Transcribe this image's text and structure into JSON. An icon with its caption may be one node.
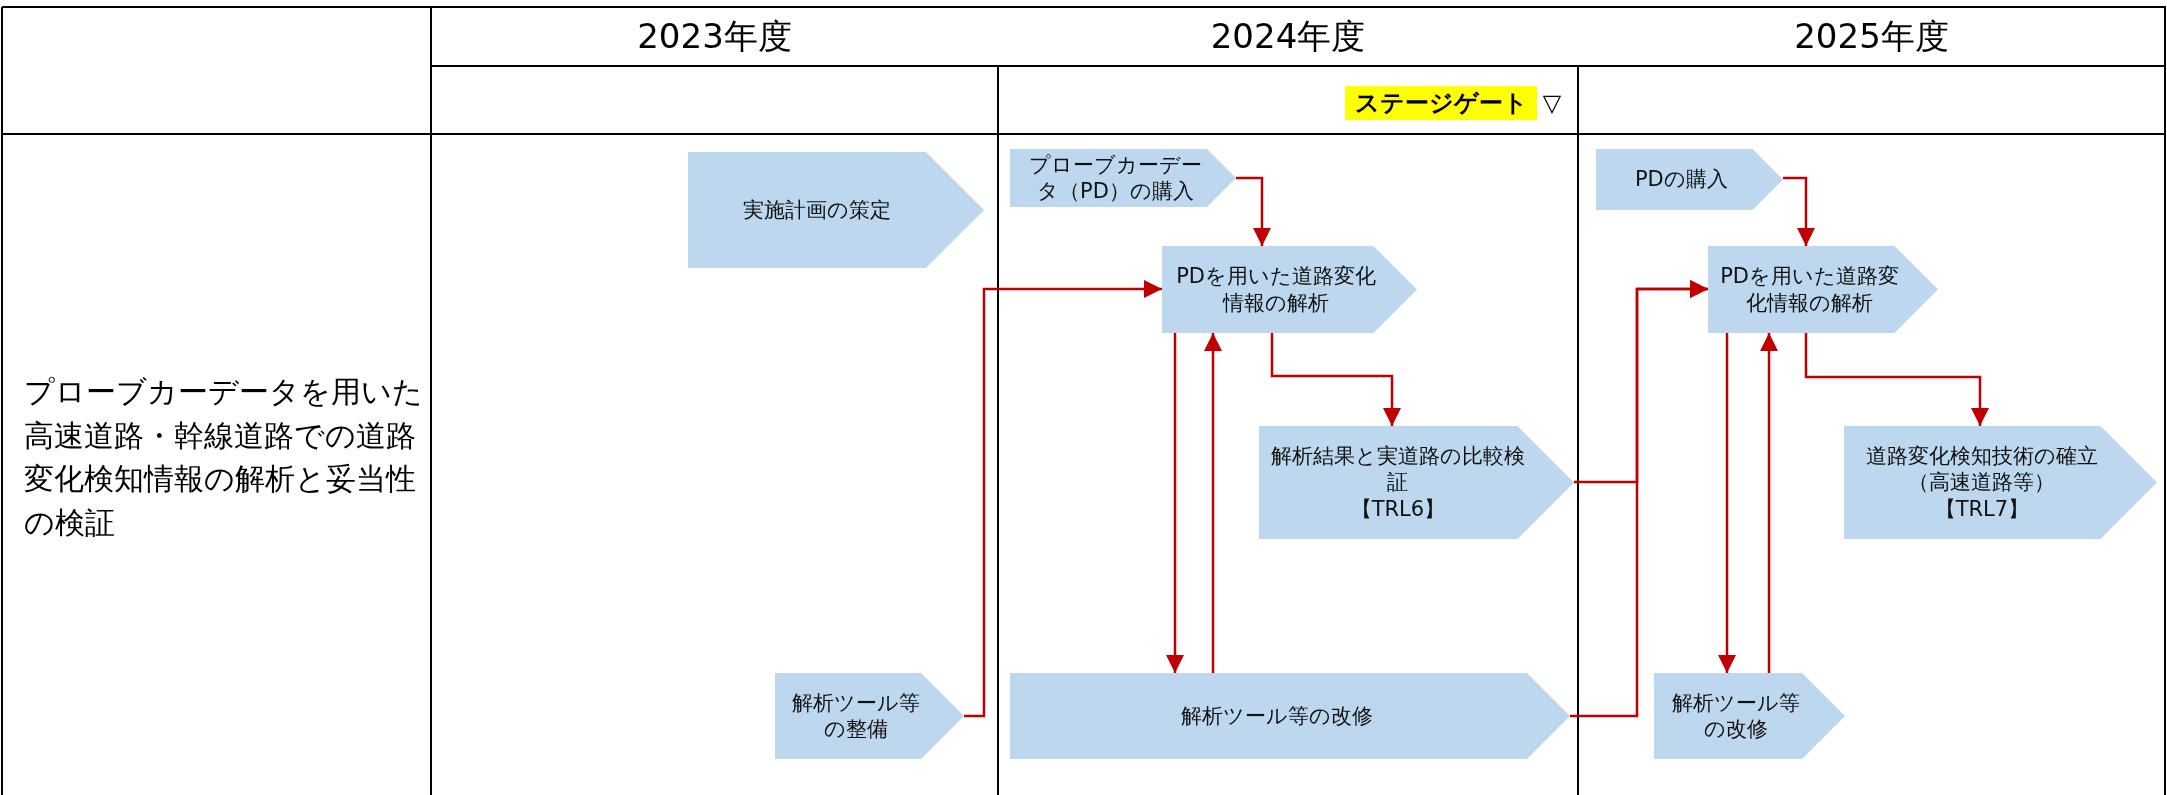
{
  "diagram": {
    "nodes": [
      {
        "text": [
          "実施計画の策定"
        ]
      },
      {
        "text": [
          "プローブカーデータ（PD）の購入"
        ]
      },
      {
        "text": [
          "PDを用いた道路変化情報の解析"
        ]
      },
      {
        "text": [
          "解析結果と実道路の比較検証",
          "【TRL6】"
        ]
      },
      {
        "text": [
          "解析ツール等の整備"
        ]
      },
      {
        "text": [
          "解析ツール等の改修"
        ]
      },
      {
        "text": [
          "PDの購入"
        ]
      },
      {
        "text": [
          "PDを用いた道路変化情報の解析"
        ]
      },
      {
        "text": [
          "道路変化検知技術の確立（高速道路等）",
          "【TRL7】"
        ]
      },
      {
        "text": [
          "解析ツール等の改修"
        ]
      }
    ],
    "edges": [
      {
        "from": 1,
        "to": 2,
        "arrow": "to"
      },
      {
        "from": 4,
        "to": 2,
        "arrow": "to"
      },
      {
        "from": 2,
        "to": 5,
        "arrow": "to"
      },
      {
        "from": 5,
        "to": 2,
        "arrow": "to"
      },
      {
        "from": 2,
        "to": 3,
        "arrow": "to"
      },
      {
        "from": 3,
        "to": 7,
        "arrow": "to"
      },
      {
        "from": 5,
        "to": 7,
        "arrow": "to"
      },
      {
        "from": 6,
        "to": 7,
        "arrow": "to"
      },
      {
        "from": 7,
        "to": 9,
        "arrow": "to"
      },
      {
        "from": 9,
        "to": 7,
        "arrow": "to"
      },
      {
        "from": 7,
        "to": 8,
        "arrow": "to"
      }
    ],
    "labels": [
      "2023年度",
      "2024年度",
      "2025年度",
      "ステージゲート",
      "▽",
      "プローブカーデータを用いた高速道路・幹線道路での道路変化検知情報の解析と妥当性の検証"
    ]
  }
}
